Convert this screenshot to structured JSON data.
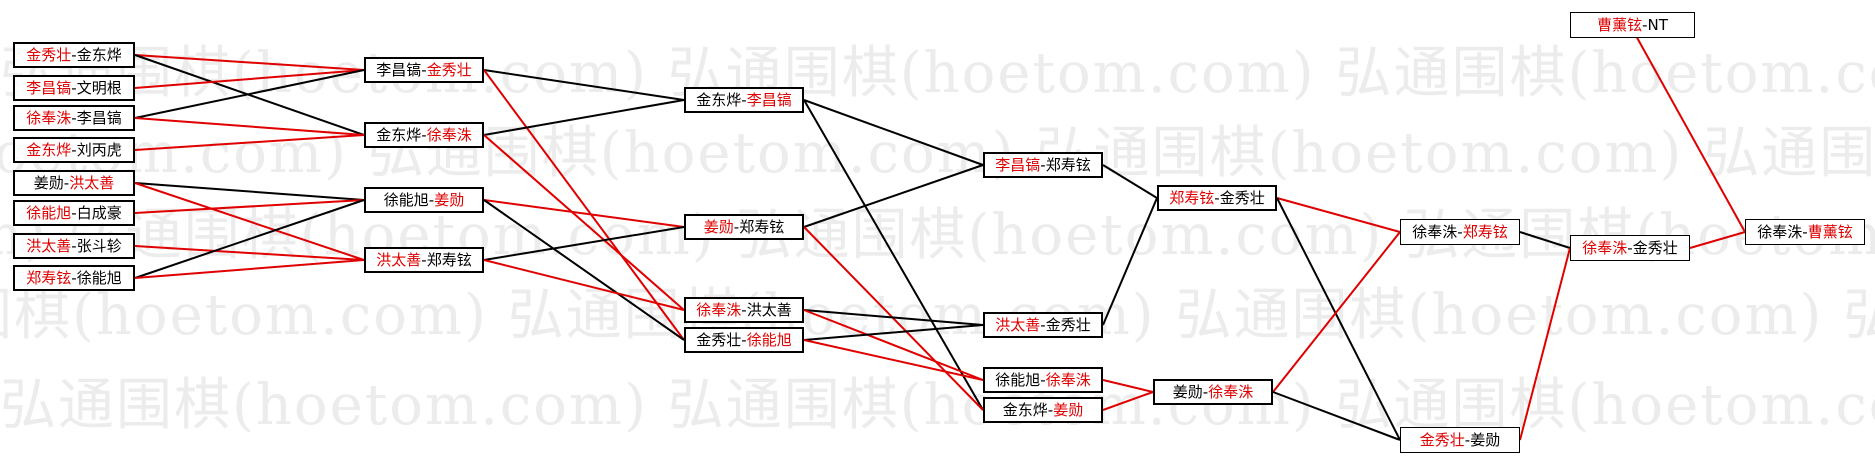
{
  "watermark": "弘通围棋(hoetom.com)",
  "colors": {
    "winner": "#e00000",
    "loser": "#000000",
    "win_line": "#e00000",
    "lose_line": "#000000"
  },
  "matches": {
    "r1_1": {
      "a": "金秀壮",
      "b": "金东烨"
    },
    "r1_2": {
      "a": "李昌镐",
      "b": "文明根"
    },
    "r1_3": {
      "a": "徐奉洙",
      "b": "李昌镐"
    },
    "r1_4": {
      "a": "金东烨",
      "b": "刘丙虎"
    },
    "r1_5": {
      "a": "姜勋",
      "b": "洪太善"
    },
    "r1_6": {
      "a": "徐能旭",
      "b": "白成豪"
    },
    "r1_7": {
      "a": "洪太善",
      "b": "张斗轸"
    },
    "r1_8": {
      "a": "郑寿铉",
      "b": "徐能旭"
    },
    "r2_1": {
      "a": "李昌镐",
      "b": "金秀壮"
    },
    "r2_2": {
      "a": "金东烨",
      "b": "徐奉洙"
    },
    "r2_3": {
      "a": "徐能旭",
      "b": "姜勋"
    },
    "r2_4": {
      "a": "洪太善",
      "b": "郑寿铉"
    },
    "r3_1": {
      "a": "金东烨",
      "b": "李昌镐"
    },
    "r3_2": {
      "a": "姜勋",
      "b": "郑寿铉"
    },
    "r3_3": {
      "a": "徐奉洙",
      "b": "洪太善"
    },
    "r3_4": {
      "a": "金秀壮",
      "b": "徐能旭"
    },
    "r4_1": {
      "a": "李昌镐",
      "b": "郑寿铉"
    },
    "r4_2": {
      "a": "洪太善",
      "b": "金秀壮"
    },
    "r4_3": {
      "a": "徐能旭",
      "b": "徐奉洙"
    },
    "r4_4": {
      "a": "金东烨",
      "b": "姜勋"
    },
    "r5_1": {
      "a": "郑寿铉",
      "b": "金秀壮"
    },
    "r5_2": {
      "a": "姜勋",
      "b": "徐奉洙"
    },
    "r6_1": {
      "a": "徐奉洙",
      "b": "郑寿铉"
    },
    "r6_2": {
      "a": "金秀壮",
      "b": "姜勋"
    },
    "r7_1": {
      "a": "徐奉洙",
      "b": "金秀壮"
    },
    "final": {
      "a": "徐奉洙",
      "b": "曹薰铉"
    },
    "top": {
      "a": "曹薰铉",
      "b": "NT"
    }
  },
  "separator": "-"
}
